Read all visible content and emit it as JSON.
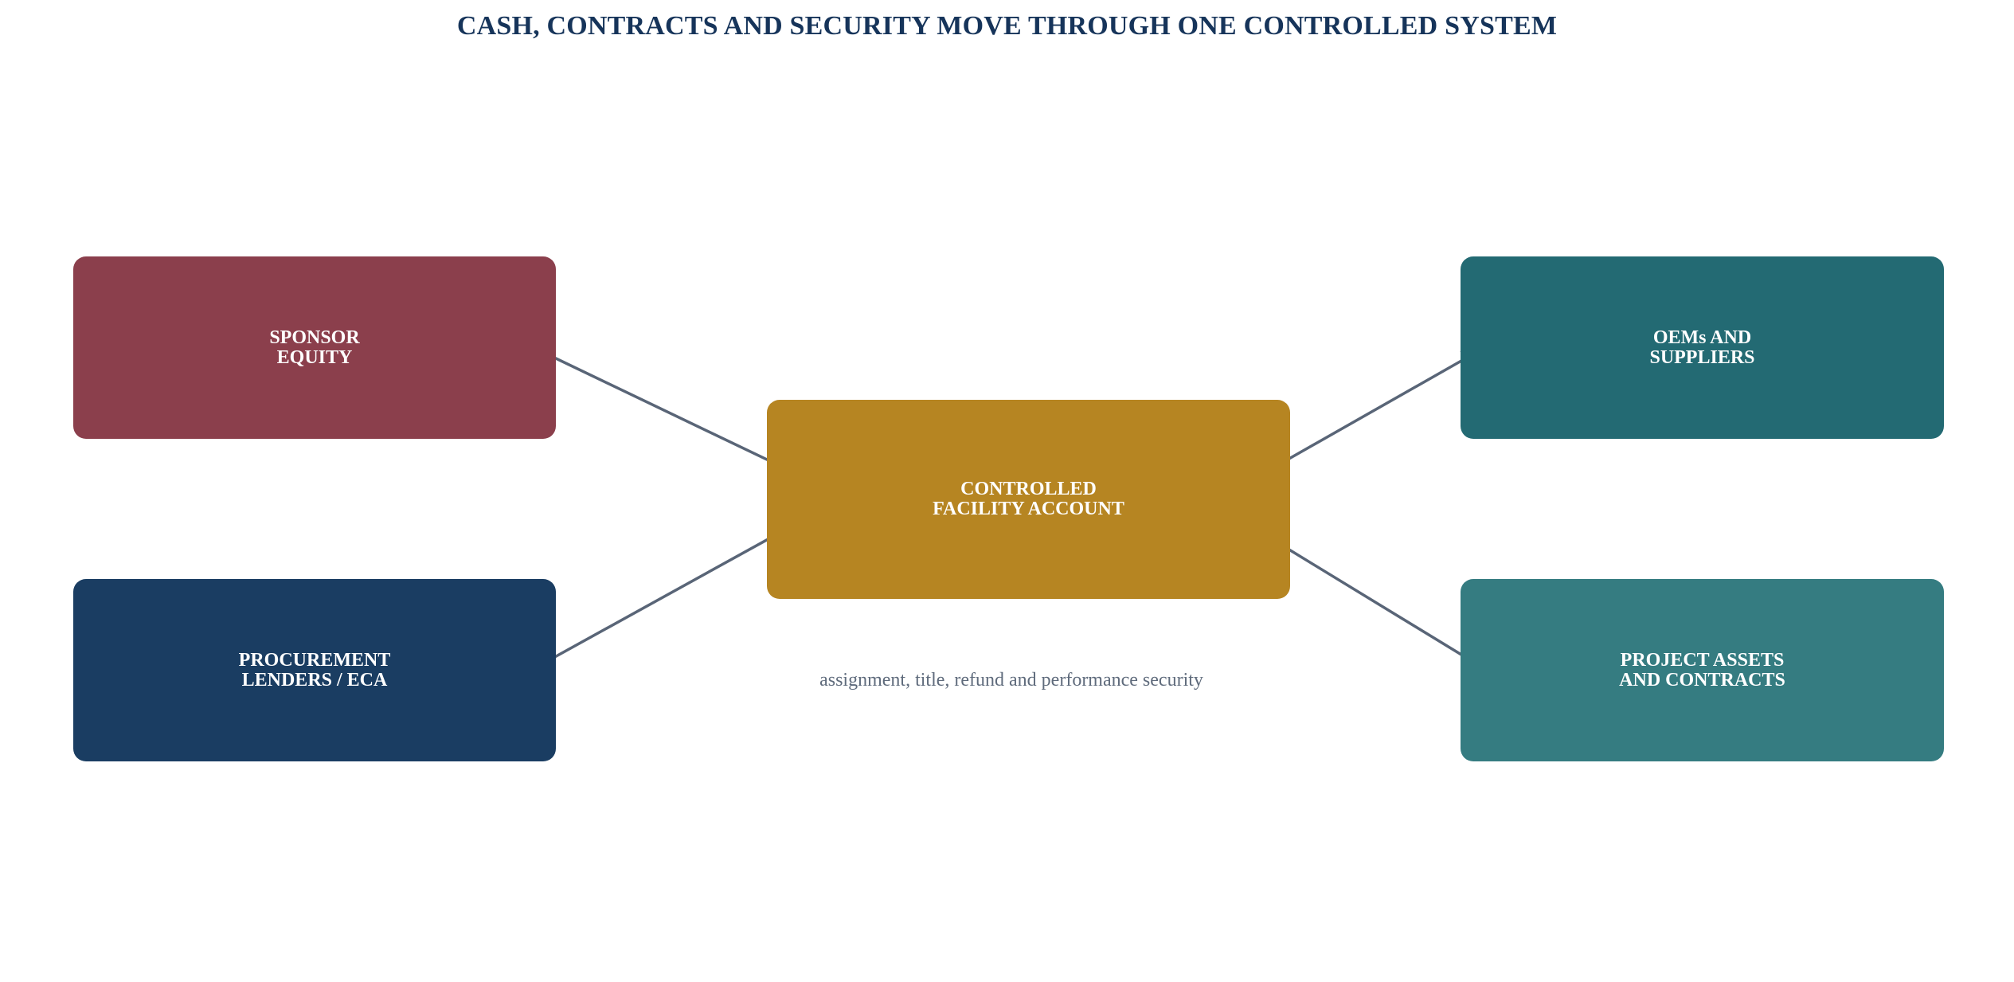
{
  "title": "CASH, CONTRACTS AND SECURITY MOVE THROUGH ONE CONTROLLED SYSTEM",
  "nodes": {
    "sponsor_equity": {
      "label": "SPONSOR\nEQUITY",
      "color": "#8b3f4c"
    },
    "procurement_lenders": {
      "label": "PROCUREMENT\nLENDERS / ECA",
      "color": "#1a3d62"
    },
    "controlled_facility": {
      "label": "CONTROLLED\nFACILITY ACCOUNT",
      "color": "#b68522"
    },
    "oems_suppliers": {
      "label": "OEMs AND\nSUPPLIERS",
      "color": "#236a73"
    },
    "project_assets": {
      "label": "PROJECT ASSETS\nAND CONTRACTS",
      "color": "#357c81"
    }
  },
  "caption": "assignment, title, refund and performance security",
  "colors": {
    "title": "#16345a",
    "arrow": "#596577",
    "caption": "#5f6b7c"
  }
}
